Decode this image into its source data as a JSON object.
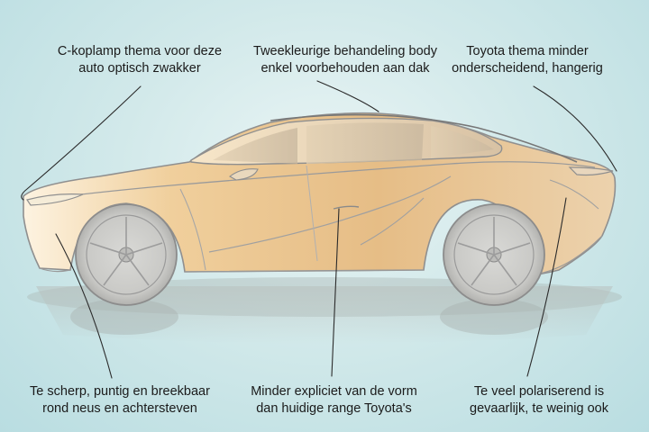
{
  "annotations": {
    "headlamp": {
      "line1": "C-koplamp thema voor deze",
      "line2": "auto optisch zwakker"
    },
    "two_tone": {
      "line1": "Tweekleurige behandeling body",
      "line2": "enkel voorbehouden aan dak"
    },
    "theme": {
      "line1": "Toyota thema minder",
      "line2": "onderscheidend, hangerig"
    },
    "sharp": {
      "line1": "Te scherp, puntig en breekbaar",
      "line2": "rond neus en achtersteven"
    },
    "form": {
      "line1": "Minder expliciet van de vorm",
      "line2": "dan huidige range Toyota's"
    },
    "polarizing": {
      "line1": "Te veel polariserend is",
      "line2": "gevaarlijk, te weinig ook"
    }
  },
  "colors": {
    "background": "#cfe7e9",
    "body_gold": "#e9c48e",
    "body_highlight": "#fbf0dc",
    "outline": "#8f8f8f",
    "ink": "#1b1b1b"
  }
}
